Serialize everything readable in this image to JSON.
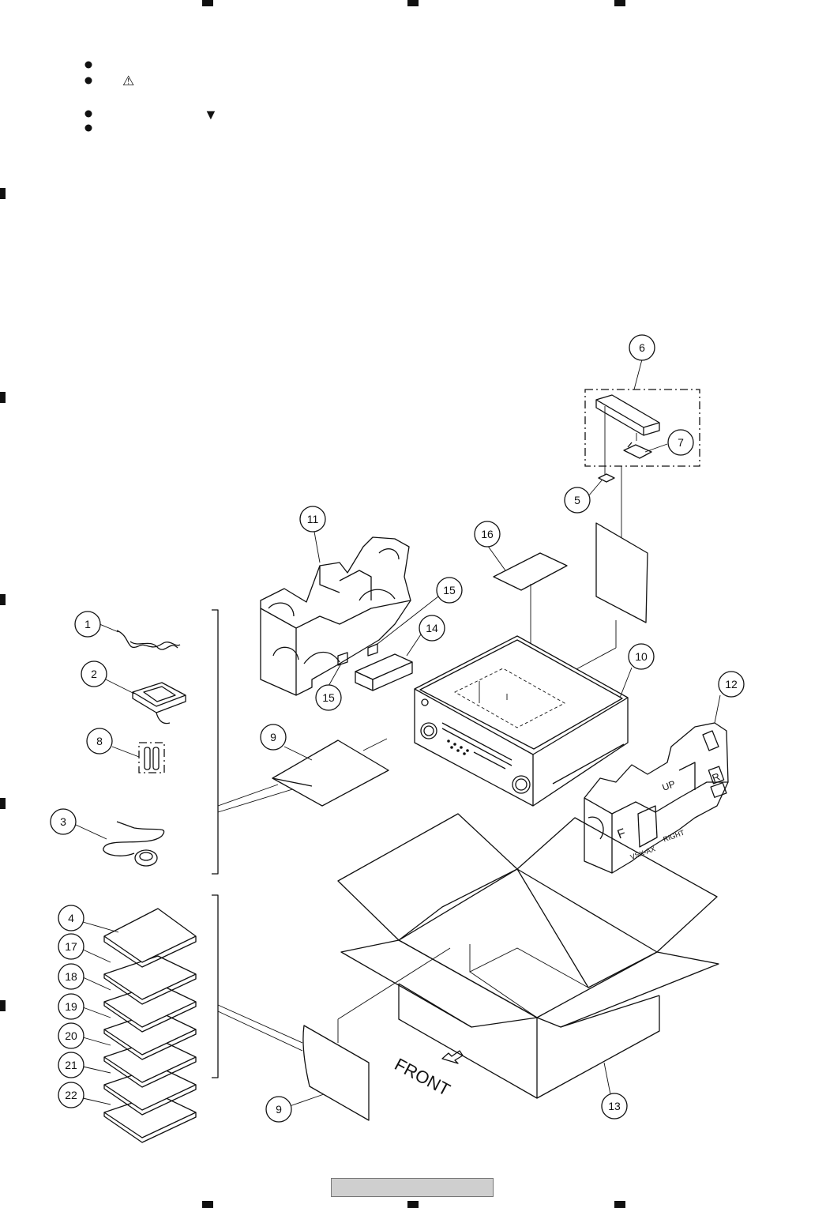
{
  "notes": {
    "bullet_count": 4,
    "warning_symbol": "⚠",
    "triangle_symbol": "▼"
  },
  "callouts": [
    {
      "id": "c1",
      "label": "1"
    },
    {
      "id": "c2",
      "label": "2"
    },
    {
      "id": "c3",
      "label": "3"
    },
    {
      "id": "c4",
      "label": "4"
    },
    {
      "id": "c5",
      "label": "5"
    },
    {
      "id": "c6",
      "label": "6"
    },
    {
      "id": "c7",
      "label": "7"
    },
    {
      "id": "c8",
      "label": "8"
    },
    {
      "id": "c9a",
      "label": "9"
    },
    {
      "id": "c9b",
      "label": "9"
    },
    {
      "id": "c10",
      "label": "10"
    },
    {
      "id": "c11",
      "label": "11"
    },
    {
      "id": "c12",
      "label": "12"
    },
    {
      "id": "c13",
      "label": "13"
    },
    {
      "id": "c14",
      "label": "14"
    },
    {
      "id": "c15a",
      "label": "15"
    },
    {
      "id": "c15b",
      "label": "15"
    },
    {
      "id": "c16",
      "label": "16"
    },
    {
      "id": "c17",
      "label": "17"
    },
    {
      "id": "c18",
      "label": "18"
    },
    {
      "id": "c19",
      "label": "19"
    },
    {
      "id": "c20",
      "label": "20"
    },
    {
      "id": "c21",
      "label": "21"
    },
    {
      "id": "c22",
      "label": "22"
    }
  ],
  "box_label": "FRONT",
  "foam_markings": {
    "up": "UP",
    "f": "F",
    "r": "R",
    "right": "RIGHT",
    "model": "VSX-AX"
  }
}
